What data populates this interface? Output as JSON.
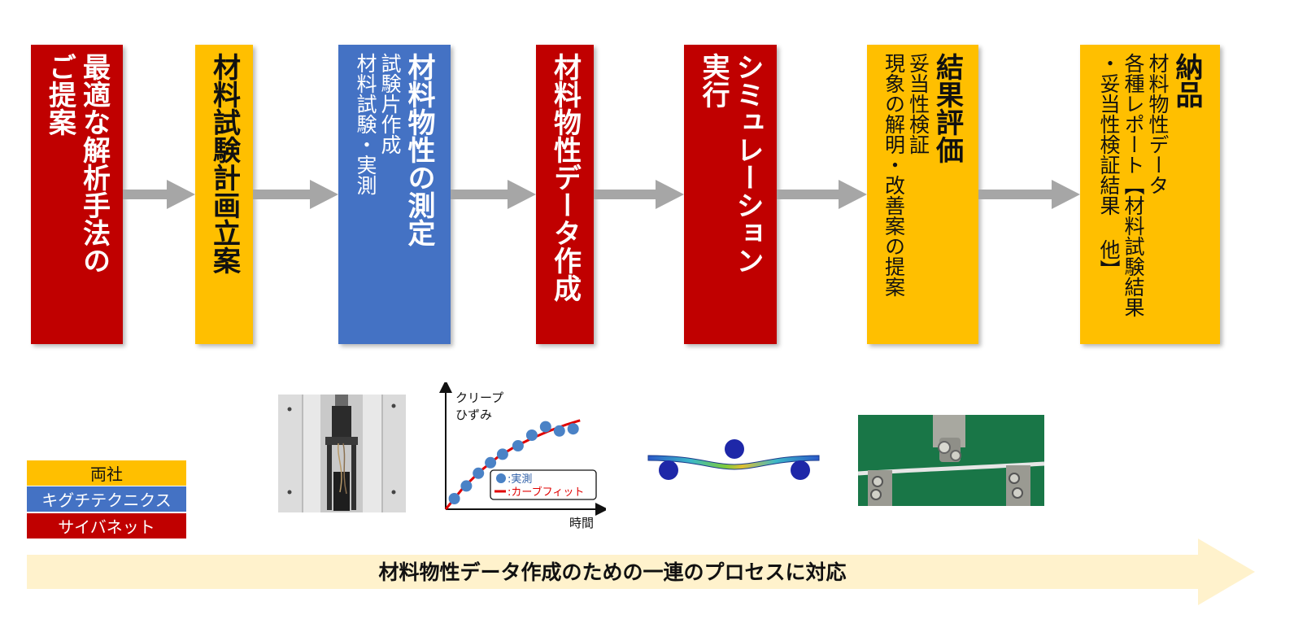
{
  "colors": {
    "both": "#FFBF00",
    "kiguchi": "#4472C4",
    "cybernet": "#C00000",
    "arrow": "#A6A6A6",
    "banner": "#FFF2CC"
  },
  "steps": [
    {
      "title": [
        "最適な解析手法の",
        "ご提案"
      ],
      "sub": []
    },
    {
      "title": [
        "材料試験計画立案"
      ],
      "sub": []
    },
    {
      "title": [
        "材料物性の測定"
      ],
      "sub": [
        "試験片作成",
        "材料試験・実測"
      ]
    },
    {
      "title": [
        "材料物性データ作成"
      ],
      "sub": []
    },
    {
      "title": [
        "シミュレーション",
        "実行"
      ],
      "sub": []
    },
    {
      "title": [
        "結果評価"
      ],
      "sub": [
        "妥当性検証",
        "現象の解明・改善案の提案"
      ]
    },
    {
      "title": [
        "納品"
      ],
      "sub": [
        "材料物性データ",
        "各種レポート【材料試験結果",
        "・妥当性検証結果 他】"
      ]
    }
  ],
  "legend": [
    "両社",
    "キグチテクニクス",
    "サイバネット"
  ],
  "banner": "材料物性データ作成のための一連のプロセスに対応",
  "chart_data": {
    "type": "scatter",
    "ylabel_lines": [
      "クリープ",
      "ひずみ"
    ],
    "xlabel": "時間",
    "legend": [
      ":実測",
      ":カーブフィット"
    ],
    "series": [
      {
        "name": ":実測",
        "points": [
          [
            0.5,
            0.5
          ],
          [
            1.2,
            1.1
          ],
          [
            1.9,
            1.7
          ],
          [
            2.6,
            2.2
          ],
          [
            3.3,
            2.6
          ],
          [
            4.2,
            3.0
          ],
          [
            5.0,
            3.5
          ],
          [
            5.8,
            3.9
          ],
          [
            6.6,
            3.7
          ],
          [
            7.4,
            3.8
          ]
        ]
      },
      {
        "name": ":カーブフィット",
        "points": [
          [
            0,
            0
          ],
          [
            1,
            1.0
          ],
          [
            2,
            1.8
          ],
          [
            3,
            2.45
          ],
          [
            4,
            2.95
          ],
          [
            5,
            3.35
          ],
          [
            6,
            3.7
          ],
          [
            7,
            4.0
          ],
          [
            7.8,
            4.2
          ]
        ]
      }
    ],
    "xlim": [
      0,
      8.5
    ],
    "ylim": [
      0,
      5
    ]
  }
}
